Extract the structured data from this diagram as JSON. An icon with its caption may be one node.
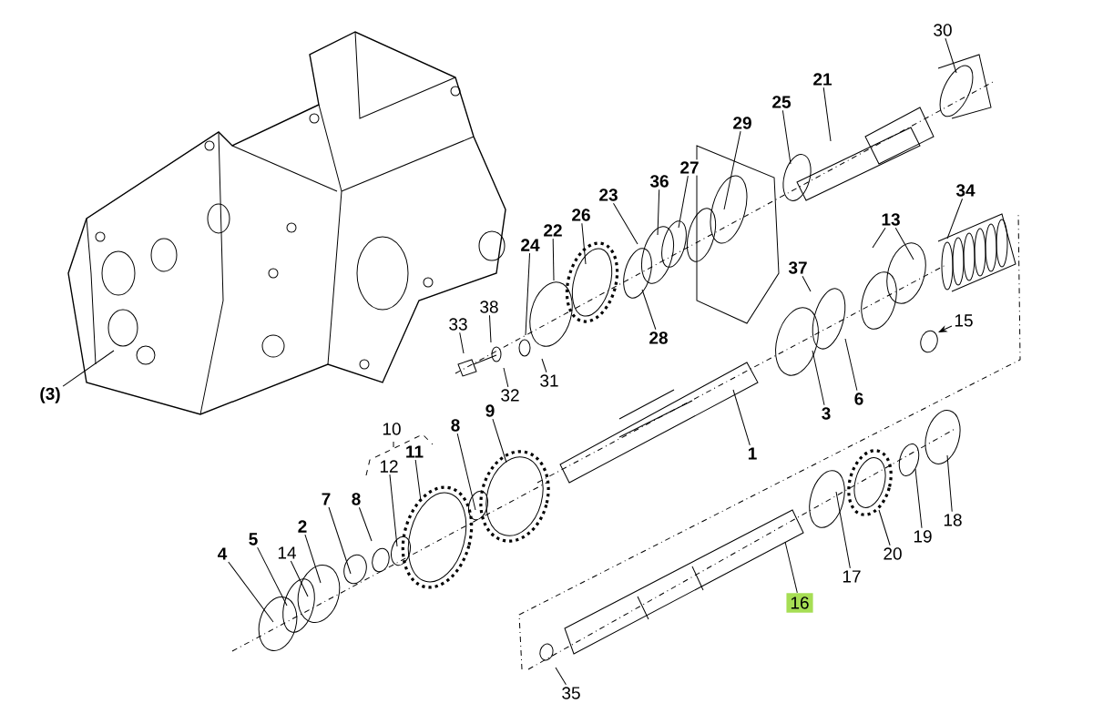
{
  "diagram": {
    "nodes": [
      {
        "text": [
          "30"
        ]
      },
      {
        "text": [
          "21"
        ]
      },
      {
        "text": [
          "25"
        ]
      },
      {
        "text": [
          "29"
        ]
      },
      {
        "text": [
          "27"
        ]
      },
      {
        "text": [
          "36"
        ]
      },
      {
        "text": [
          "34"
        ]
      },
      {
        "text": [
          "23"
        ]
      },
      {
        "text": [
          "26"
        ]
      },
      {
        "text": [
          "13"
        ]
      },
      {
        "text": [
          "22"
        ]
      },
      {
        "text": [
          "24"
        ]
      },
      {
        "text": [
          "37"
        ]
      },
      {
        "text": [
          "38"
        ]
      },
      {
        "text": [
          "15"
        ]
      },
      {
        "text": [
          "33"
        ]
      },
      {
        "text": [
          "28"
        ]
      },
      {
        "text": [
          "31"
        ]
      },
      {
        "text": [
          "32"
        ]
      },
      {
        "text": [
          "(3)"
        ]
      },
      {
        "text": [
          "6"
        ]
      },
      {
        "text": [
          "9"
        ]
      },
      {
        "text": [
          "3"
        ]
      },
      {
        "text": [
          "8"
        ]
      },
      {
        "text": [
          "11"
        ]
      },
      {
        "text": [
          "1"
        ]
      },
      {
        "text": [
          "12"
        ]
      },
      {
        "text": [
          "8"
        ]
      },
      {
        "text": [
          "7"
        ]
      },
      {
        "text": [
          "2"
        ]
      },
      {
        "text": [
          "18"
        ]
      },
      {
        "text": [
          "19"
        ]
      },
      {
        "text": [
          "5"
        ]
      },
      {
        "text": [
          "14"
        ]
      },
      {
        "text": [
          "4"
        ]
      },
      {
        "text": [
          "20"
        ]
      },
      {
        "text": [
          "17"
        ]
      },
      {
        "text": [
          "16"
        ]
      },
      {
        "text": [
          "35"
        ]
      }
    ],
    "edges": [
      {
        "from": 0,
        "to": null,
        "arrow": "none"
      },
      {
        "from": 1,
        "to": null,
        "arrow": "none"
      },
      {
        "from": 2,
        "to": null,
        "arrow": "none"
      },
      {
        "from": 3,
        "to": null,
        "arrow": "none"
      },
      {
        "from": 4,
        "to": null,
        "arrow": "none"
      },
      {
        "from": 5,
        "to": null,
        "arrow": "none"
      },
      {
        "from": 6,
        "to": null,
        "arrow": "none"
      },
      {
        "from": 7,
        "to": null,
        "arrow": "none"
      },
      {
        "from": 8,
        "to": null,
        "arrow": "none"
      },
      {
        "from": 9,
        "to": null,
        "arrow": "none"
      },
      {
        "from": 9,
        "to": null,
        "arrow": "none"
      },
      {
        "from": 10,
        "to": null,
        "arrow": "none"
      },
      {
        "from": 11,
        "to": null,
        "arrow": "none"
      },
      {
        "from": 12,
        "to": null,
        "arrow": "none"
      },
      {
        "from": 13,
        "to": null,
        "arrow": "none"
      },
      {
        "from": 14,
        "to": null,
        "arrow": "to"
      },
      {
        "from": 15,
        "to": null,
        "arrow": "none"
      },
      {
        "from": 16,
        "to": null,
        "arrow": "none"
      },
      {
        "from": 17,
        "to": null,
        "arrow": "none"
      },
      {
        "from": 18,
        "to": null,
        "arrow": "none"
      },
      {
        "from": 19,
        "to": null,
        "arrow": "none"
      },
      {
        "from": 20,
        "to": null,
        "arrow": "none"
      },
      {
        "from": 21,
        "to": null,
        "arrow": "none"
      },
      {
        "from": 22,
        "to": null,
        "arrow": "none"
      },
      {
        "from": 23,
        "to": null,
        "arrow": "none"
      },
      {
        "from": 24,
        "to": null,
        "arrow": "none"
      },
      {
        "from": 25,
        "to": null,
        "arrow": "none"
      },
      {
        "from": 26,
        "to": null,
        "arrow": "none"
      },
      {
        "from": 27,
        "to": null,
        "arrow": "none"
      },
      {
        "from": 28,
        "to": null,
        "arrow": "none"
      },
      {
        "from": 29,
        "to": null,
        "arrow": "none"
      },
      {
        "from": 30,
        "to": null,
        "arrow": "none"
      },
      {
        "from": 31,
        "to": null,
        "arrow": "none"
      },
      {
        "from": 32,
        "to": null,
        "arrow": "none"
      },
      {
        "from": 33,
        "to": null,
        "arrow": "none"
      },
      {
        "from": 34,
        "to": null,
        "arrow": "none"
      },
      {
        "from": 35,
        "to": null,
        "arrow": "none"
      },
      {
        "from": 36,
        "to": null,
        "arrow": "none"
      },
      {
        "from": 37,
        "to": null,
        "arrow": "none"
      },
      {
        "from": 38,
        "to": null,
        "arrow": "none"
      }
    ],
    "labels": [
      "10"
    ]
  }
}
